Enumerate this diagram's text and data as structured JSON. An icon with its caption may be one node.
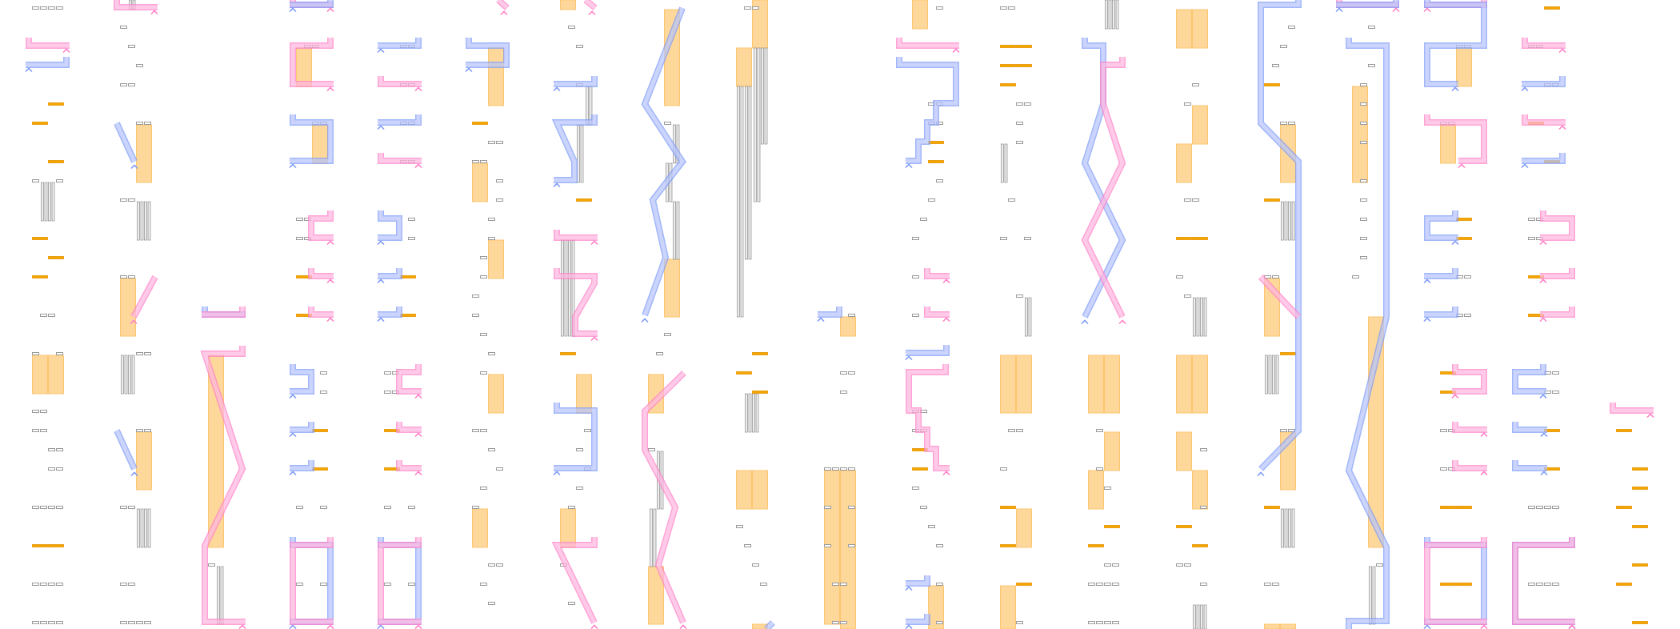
{
  "diagram": {
    "nodes": [
      {
        "text": [],
        "shape": "bar"
      },
      {
        "text": [],
        "shape": "bar"
      },
      {
        "text": [],
        "shape": "bar"
      },
      {
        "text": [],
        "shape": "bar"
      },
      {
        "text": [],
        "shape": "bar"
      },
      {
        "text": [],
        "shape": "bar"
      },
      {
        "text": [],
        "shape": "bar"
      },
      {
        "text": [],
        "shape": "bar"
      },
      {
        "text": [],
        "shape": "bar"
      },
      {
        "text": [],
        "shape": "bar"
      },
      {
        "text": [],
        "shape": "bar"
      },
      {
        "text": [],
        "shape": "bar"
      },
      {
        "text": [],
        "shape": "bar"
      },
      {
        "text": [],
        "shape": "bar"
      },
      {
        "text": [],
        "shape": "bar"
      },
      {
        "text": [],
        "shape": "bar"
      },
      {
        "text": [],
        "shape": "bar"
      },
      {
        "text": [],
        "shape": "bar"
      },
      {
        "text": [],
        "shape": "bar"
      },
      {
        "text": [],
        "shape": "bar"
      },
      {
        "text": [],
        "shape": "bar"
      },
      {
        "text": [],
        "shape": "bar"
      },
      {
        "text": [],
        "shape": "bar"
      },
      {
        "text": [],
        "shape": "bar"
      },
      {
        "text": [],
        "shape": "bar"
      },
      {
        "text": [],
        "shape": "bar"
      },
      {
        "text": [],
        "shape": "bar"
      },
      {
        "text": [],
        "shape": "bar"
      },
      {
        "text": [],
        "shape": "bar"
      },
      {
        "text": [],
        "shape": "bar"
      },
      {
        "text": [],
        "shape": "bar"
      },
      {
        "text": [],
        "shape": "bar"
      },
      {
        "text": [],
        "shape": "bar"
      },
      {
        "text": [],
        "shape": "bar"
      },
      {
        "text": [],
        "shape": "bar"
      },
      {
        "text": [],
        "shape": "bar"
      },
      {
        "text": [],
        "shape": "bar"
      },
      {
        "text": [],
        "shape": "bar"
      },
      {
        "text": [],
        "shape": "bar"
      },
      {
        "text": [],
        "shape": "bar"
      },
      {
        "text": [],
        "shape": "bar"
      },
      {
        "text": [],
        "shape": "bar"
      },
      {
        "text": [],
        "shape": "bar"
      },
      {
        "text": [],
        "shape": "bar"
      },
      {
        "text": [],
        "shape": "bar"
      },
      {
        "text": [],
        "shape": "bar"
      },
      {
        "text": [],
        "shape": "bar"
      },
      {
        "text": [],
        "shape": "bar"
      },
      {
        "text": [],
        "shape": "bar"
      },
      {
        "text": [],
        "shape": "bar"
      },
      {
        "text": [],
        "shape": "bar"
      },
      {
        "text": [],
        "shape": "bar"
      },
      {
        "text": [],
        "shape": "bar"
      },
      {
        "text": [],
        "shape": "bar"
      },
      {
        "text": [],
        "shape": "bar"
      }
    ]
  }
}
